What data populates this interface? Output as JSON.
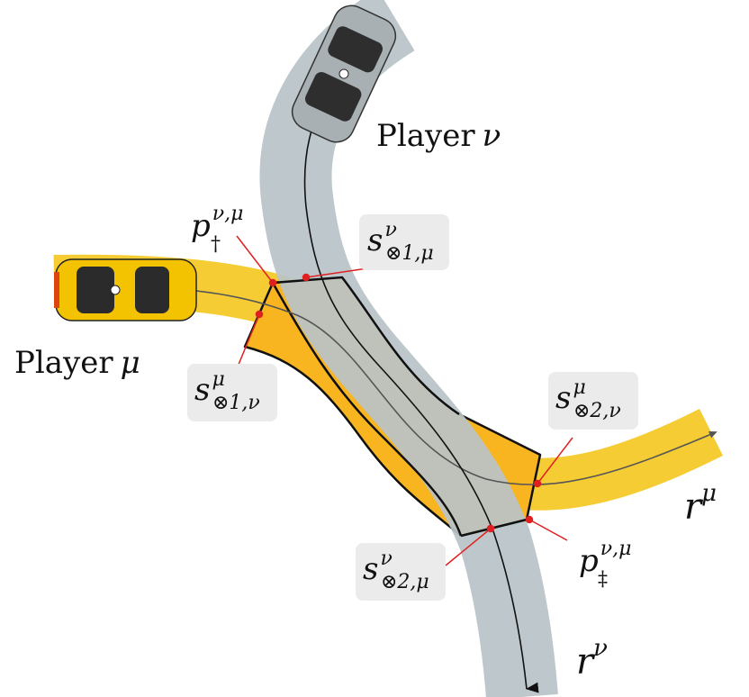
{
  "players": {
    "mu": {
      "label": "Player",
      "symbol": "μ"
    },
    "nu": {
      "label": "Player",
      "symbol": "ν"
    }
  },
  "routes": {
    "mu": {
      "base": "r",
      "sup": "μ"
    },
    "nu": {
      "base": "r",
      "sup": "ν"
    }
  },
  "points": {
    "p_dagger": {
      "base": "p",
      "sup": "ν,μ",
      "sub": "†"
    },
    "p_ddagger": {
      "base": "p",
      "sup": "ν,μ",
      "sub": "‡"
    },
    "s_nu_1": {
      "base": "s",
      "sup": "ν",
      "sub": "⊗1,μ"
    },
    "s_mu_1": {
      "base": "s",
      "sup": "μ",
      "sub": "⊗1,ν"
    },
    "s_mu_2": {
      "base": "s",
      "sup": "μ",
      "sub": "⊗2,ν"
    },
    "s_nu_2": {
      "base": "s",
      "sup": "ν",
      "sub": "⊗2,μ"
    }
  },
  "colors": {
    "road_mu": "#f5cc33",
    "road_nu": "#b9c3c8",
    "overlap": "#f8b51f",
    "label_box": "#ebebeb",
    "marker": "#e02020",
    "taxi": "#f3c200",
    "car_grey": "#a8b0b4"
  }
}
